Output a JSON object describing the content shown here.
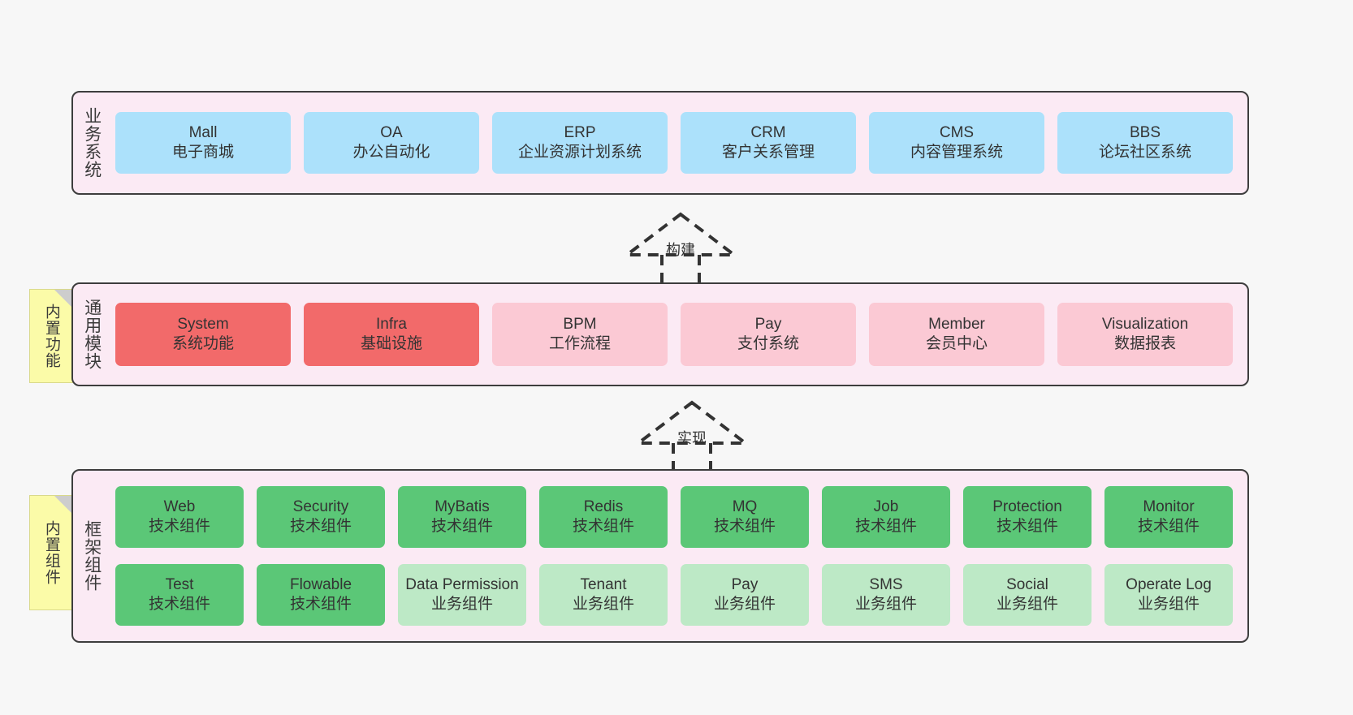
{
  "layers": {
    "business": {
      "title": "业务系统",
      "cards": [
        {
          "en": "Mall",
          "cn": "电子商城",
          "color": "blue"
        },
        {
          "en": "OA",
          "cn": "办公自动化",
          "color": "blue"
        },
        {
          "en": "ERP",
          "cn": "企业资源计划系统",
          "color": "blue"
        },
        {
          "en": "CRM",
          "cn": "客户关系管理",
          "color": "blue"
        },
        {
          "en": "CMS",
          "cn": "内容管理系统",
          "color": "blue"
        },
        {
          "en": "BBS",
          "cn": "论坛社区系统",
          "color": "blue"
        }
      ]
    },
    "modules": {
      "title": "通用模块",
      "sticky": "内置功能",
      "cards": [
        {
          "en": "System",
          "cn": "系统功能",
          "color": "red"
        },
        {
          "en": "Infra",
          "cn": "基础设施",
          "color": "red"
        },
        {
          "en": "BPM",
          "cn": "工作流程",
          "color": "pink"
        },
        {
          "en": "Pay",
          "cn": "支付系统",
          "color": "pink"
        },
        {
          "en": "Member",
          "cn": "会员中心",
          "color": "pink"
        },
        {
          "en": "Visualization",
          "cn": "数据报表",
          "color": "pink"
        }
      ]
    },
    "framework": {
      "title": "框架组件",
      "sticky": "内置组件",
      "row1": [
        {
          "en": "Web",
          "cn": "技术组件",
          "color": "green"
        },
        {
          "en": "Security",
          "cn": "技术组件",
          "color": "green"
        },
        {
          "en": "MyBatis",
          "cn": "技术组件",
          "color": "green"
        },
        {
          "en": "Redis",
          "cn": "技术组件",
          "color": "green"
        },
        {
          "en": "MQ",
          "cn": "技术组件",
          "color": "green"
        },
        {
          "en": "Job",
          "cn": "技术组件",
          "color": "green"
        },
        {
          "en": "Protection",
          "cn": "技术组件",
          "color": "green"
        },
        {
          "en": "Monitor",
          "cn": "技术组件",
          "color": "green"
        }
      ],
      "row2": [
        {
          "en": "Test",
          "cn": "技术组件",
          "color": "green"
        },
        {
          "en": "Flowable",
          "cn": "技术组件",
          "color": "green"
        },
        {
          "en": "Data Permission",
          "cn": "业务组件",
          "color": "lightgreen"
        },
        {
          "en": "Tenant",
          "cn": "业务组件",
          "color": "lightgreen"
        },
        {
          "en": "Pay",
          "cn": "业务组件",
          "color": "lightgreen"
        },
        {
          "en": "SMS",
          "cn": "业务组件",
          "color": "lightgreen"
        },
        {
          "en": "Social",
          "cn": "业务组件",
          "color": "lightgreen"
        },
        {
          "en": "Operate Log",
          "cn": "业务组件",
          "color": "lightgreen"
        }
      ]
    }
  },
  "connectors": [
    {
      "label": "构建",
      "direction": "up",
      "style": "dashed-hollow-triangle"
    },
    {
      "label": "实现",
      "direction": "up",
      "style": "dashed-hollow-triangle"
    }
  ],
  "colors": {
    "background": "#f7f7f7",
    "band_fill": "#fbeaf4",
    "band_border": "#3d3d3d",
    "blue": "#ace1fb",
    "red": "#f26a6a",
    "pink": "#fbc9d4",
    "green": "#5bc777",
    "lightgreen": "#bde9c6",
    "sticky": "#fbfba8",
    "sticky_fold": "#cdcdcd",
    "text": "#333333"
  }
}
